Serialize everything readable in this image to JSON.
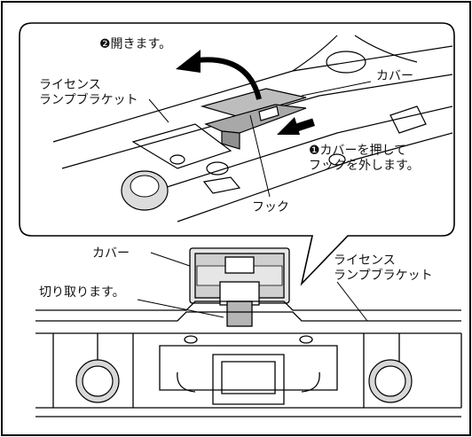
{
  "labels": {
    "step2_open": "❷開きます。",
    "bracket_top": "ライセンス\nランプブラケット",
    "cover_top": "カバー",
    "step1_press": "❶カバーを押して\nフックを外します。",
    "hook": "フック",
    "cover_bottom": "カバー",
    "cut_off": "切り取ります。",
    "bracket_bottom": "ライセンス\nランプブラケット"
  }
}
